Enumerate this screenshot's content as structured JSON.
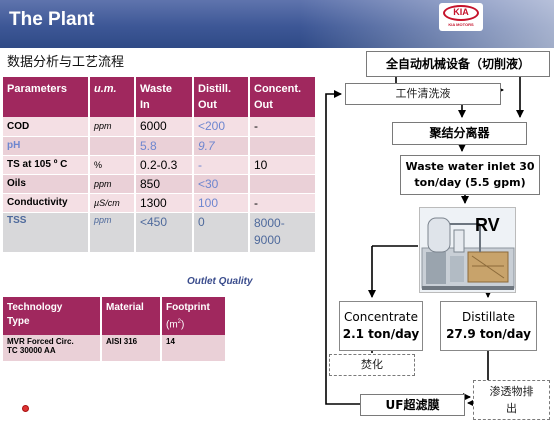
{
  "header": {
    "title": "The Plant",
    "logo_text": "KIA",
    "logo_sub": "KIA MOTORS"
  },
  "subtitle": "数据分析与工艺流程",
  "params_table": {
    "headers": [
      {
        "line1": "Parameters",
        "line2": ""
      },
      {
        "line1": "u.m.",
        "line2": ""
      },
      {
        "line1": "Waste",
        "line2": "In"
      },
      {
        "line1": "Distill.",
        "line2": "Out"
      },
      {
        "line1": "Concent.",
        "line2": "Out"
      }
    ],
    "rows": [
      {
        "param": "COD",
        "um": "ppm",
        "waste": "6000",
        "distill": "<200",
        "concent": "-"
      },
      {
        "param": "pH",
        "um": "",
        "waste": "5.8",
        "distill": "9.7",
        "concent": ""
      },
      {
        "param": "TS at 105 º C",
        "um": "%",
        "waste": "0.2-0.3",
        "distill": "-",
        "concent": "10"
      },
      {
        "param": "Oils",
        "um": "ppm",
        "waste": "850",
        "distill": "<30",
        "concent": ""
      },
      {
        "param": "Conductivity",
        "um": "µS/cm",
        "waste": "1300",
        "distill": "100",
        "concent": "-"
      },
      {
        "param": "TSS",
        "um": "ppm",
        "waste": "<450",
        "distill": "0",
        "concent_l1": "8000-",
        "concent_l2": "9000"
      }
    ]
  },
  "outlet_quality": "Outlet Quality",
  "tech_table": {
    "headers": [
      {
        "line1": "Technology",
        "line2": "Type"
      },
      {
        "line1": "Material",
        "line2": ""
      },
      {
        "line1": "Footprint",
        "line2": "(m",
        "sup": "2",
        "close": ")"
      }
    ],
    "row": {
      "tech_l1": "MVR Forced Circ.",
      "tech_l2": "TC 30000 AA",
      "material": "AISI 316",
      "footprint": "14"
    }
  },
  "flow": {
    "machine": "全自动机械设备（切削液）",
    "cleaning": "工件清洗液",
    "separator": "聚结分离器",
    "inlet_l1": "Waste water inlet 30",
    "inlet_l2": "ton/day (5.5 gpm)",
    "rv": "RV",
    "concentrate_l1": "Concentrate",
    "concentrate_l2": "2.1 ton/day",
    "distillate_l1": "Distillate",
    "distillate_l2": "27.9 ton/day",
    "incinerate": "焚化",
    "uf": "UF超滤膜",
    "permeate_l1": "渗透物排",
    "permeate_l2": "出"
  },
  "colors": {
    "header": "#3d5796",
    "table_header": "#a0285e",
    "row_light": "#f4dfe4",
    "row_dark": "#ead0d7",
    "accent_blue": "#6e86cf"
  }
}
